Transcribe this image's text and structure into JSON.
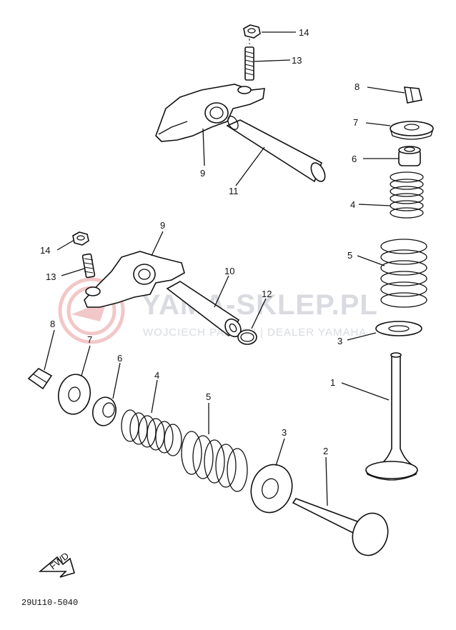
{
  "diagram": {
    "part_code": "29U110-5040",
    "fwd_label": "FWD",
    "watermark": {
      "main": "YAMA-SKLEP.PL",
      "sub": "WOJCIECH PALUCH | DEALER YAMAHA",
      "color": "#d9dbe0",
      "logo_color": "#f2c7c7"
    },
    "callouts": [
      {
        "id": "c14a",
        "label": "14"
      },
      {
        "id": "c13a",
        "label": "13"
      },
      {
        "id": "c9a",
        "label": "9"
      },
      {
        "id": "c11",
        "label": "11"
      },
      {
        "id": "c8a",
        "label": "8"
      },
      {
        "id": "c7a",
        "label": "7"
      },
      {
        "id": "c6a",
        "label": "6"
      },
      {
        "id": "c4a",
        "label": "4"
      },
      {
        "id": "c5a",
        "label": "5"
      },
      {
        "id": "c3a",
        "label": "3"
      },
      {
        "id": "c1",
        "label": "1"
      },
      {
        "id": "c9b",
        "label": "9"
      },
      {
        "id": "c14b",
        "label": "14"
      },
      {
        "id": "c13b",
        "label": "13"
      },
      {
        "id": "c10",
        "label": "10"
      },
      {
        "id": "c12",
        "label": "12"
      },
      {
        "id": "c8b",
        "label": "8"
      },
      {
        "id": "c7b",
        "label": "7"
      },
      {
        "id": "c6b",
        "label": "6"
      },
      {
        "id": "c4b",
        "label": "4"
      },
      {
        "id": "c5b",
        "label": "5"
      },
      {
        "id": "c3b",
        "label": "3"
      },
      {
        "id": "c2",
        "label": "2"
      }
    ]
  }
}
